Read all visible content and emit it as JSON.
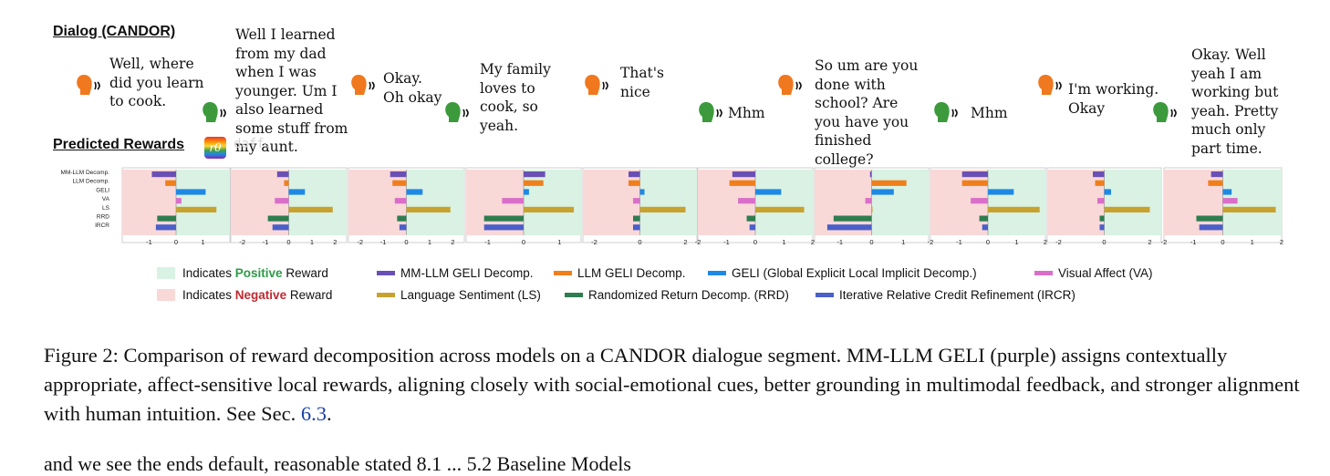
{
  "dialog_heading": "Dialog (CANDOR)",
  "rewards_heading": "Predicted Rewards",
  "reward_icon_symbol": "rθ",
  "faint_label": "daff.",
  "utterances": [
    {
      "speaker": "orange",
      "text": "Well, where\ndid you learn\nto cook."
    },
    {
      "speaker": "green",
      "text": "Well I learned\nfrom my dad\nwhen I was\nyounger. Um I\nalso learned\nsome stuff from\nmy aunt."
    },
    {
      "speaker": "orange",
      "text": "Okay.\nOh okay"
    },
    {
      "speaker": "green",
      "text": "My family\nloves to\ncook, so\nyeah."
    },
    {
      "speaker": "orange",
      "text": "That's\nnice"
    },
    {
      "speaker": "green",
      "text": "Mhm"
    },
    {
      "speaker": "orange",
      "text": "So um are you\ndone with\nschool? Are\nyou have you\nfinished\ncollege?"
    },
    {
      "speaker": "green",
      "text": "Mhm"
    },
    {
      "speaker": "orange",
      "text": "I'm working.\nOkay"
    },
    {
      "speaker": "green",
      "text": "Okay. Well\nyeah I am\nworking but\nyeah. Pretty\nmuch only\npart time."
    }
  ],
  "speaker_colors": {
    "orange": "#f0781e",
    "green": "#3c9a3c"
  },
  "legend": {
    "positive_prefix": "Indicates ",
    "positive_word": "Positive",
    "positive_suffix": " Reward",
    "negative_prefix": "Indicates ",
    "negative_word": "Negative",
    "negative_suffix": " Reward",
    "positive_color": "#d9f2e3",
    "negative_color": "#f9d8d8"
  },
  "chart_data": {
    "type": "bar",
    "orientation": "horizontal",
    "categories": [
      "MM-LLM Decomp.",
      "LLM Decomp.",
      "GELI",
      "VA",
      "LS",
      "RRD",
      "IRCR"
    ],
    "series": [
      {
        "name": "MM-LLM GELI Decomp.",
        "color": "#6a4fb5"
      },
      {
        "name": "LLM GELI Decomp.",
        "color": "#f07f1b"
      },
      {
        "name": "GELI (Global Explicit Local Implicit Decomp.)",
        "color": "#1e88e5"
      },
      {
        "name": "Visual Affect (VA)",
        "color": "#d96fc9"
      },
      {
        "name": "Language Sentiment (LS)",
        "color": "#c8a22f"
      },
      {
        "name": "Randomized Return Decomp. (RRD)",
        "color": "#2e7d4f"
      },
      {
        "name": "Iterative Relative Credit Refinement (IRCR)",
        "color": "#4a5fc8"
      }
    ],
    "panels": [
      {
        "xlim": [
          -2,
          2
        ],
        "ticks": [
          "-1",
          "0",
          "1"
        ],
        "values": [
          -0.9,
          -0.4,
          1.1,
          0.2,
          1.5,
          -0.7,
          -0.75
        ]
      },
      {
        "xlim": [
          -2.5,
          2.5
        ],
        "ticks": [
          "-2",
          "-1",
          "0",
          "1",
          "2"
        ],
        "values": [
          -0.5,
          -0.2,
          0.7,
          -0.6,
          1.9,
          -0.9,
          -0.7
        ]
      },
      {
        "xlim": [
          -2.5,
          2.5
        ],
        "ticks": [
          "-2",
          "-1",
          "0",
          "1",
          "2"
        ],
        "values": [
          -0.7,
          -0.6,
          0.7,
          -0.5,
          1.9,
          -0.4,
          -0.3
        ]
      },
      {
        "xlim": [
          -1.6,
          1.6
        ],
        "ticks": [
          "-1",
          "0",
          "1"
        ],
        "values": [
          0.6,
          0.55,
          0.15,
          -0.6,
          1.4,
          -1.1,
          -1.1
        ]
      },
      {
        "xlim": [
          -2.5,
          2.5
        ],
        "ticks": [
          "-2",
          "0",
          "2"
        ],
        "values": [
          -0.5,
          -0.5,
          0.2,
          -0.3,
          2.0,
          -0.3,
          -0.3
        ]
      },
      {
        "xlim": [
          -2,
          2
        ],
        "ticks": [
          "-2",
          "-1",
          "0",
          "1",
          "2"
        ],
        "values": [
          -0.8,
          -0.9,
          0.9,
          -0.6,
          1.7,
          -0.3,
          -0.2
        ]
      },
      {
        "xlim": [
          -1.8,
          1.8
        ],
        "ticks": [
          "-1",
          "0",
          "1"
        ],
        "values": [
          -0.05,
          1.1,
          0.7,
          -0.2,
          0.0,
          -1.2,
          -1.4
        ]
      },
      {
        "xlim": [
          -2,
          2
        ],
        "ticks": [
          "-2",
          "-1",
          "0",
          "1",
          "2"
        ],
        "values": [
          -0.9,
          -0.9,
          0.9,
          -0.6,
          1.8,
          -0.3,
          -0.2
        ]
      },
      {
        "xlim": [
          -2.5,
          2.5
        ],
        "ticks": [
          "-2",
          "0",
          "2"
        ],
        "values": [
          -0.5,
          -0.4,
          0.3,
          -0.3,
          2.0,
          -0.2,
          -0.2
        ]
      },
      {
        "xlim": [
          -2,
          2
        ],
        "ticks": [
          "-2",
          "-1",
          "0",
          "1",
          "2"
        ],
        "values": [
          -0.4,
          -0.5,
          0.3,
          0.5,
          1.8,
          -0.9,
          -0.8
        ]
      }
    ]
  },
  "caption": {
    "text": "Figure 2: Comparison of reward decomposition across models on a CANDOR dialogue segment. MM-LLM GELI (purple) assigns contextually appropriate, affect-sensitive local rewards, aligning closely with social-emotional cues, better grounding in multimodal feedback, and stronger alignment with human intuition. See Sec. ",
    "ref": "6.3",
    "end": "."
  },
  "cutoff_text": "and we see the ends default, reasonable stated   8.1   ...   5.2   Baseline Models"
}
